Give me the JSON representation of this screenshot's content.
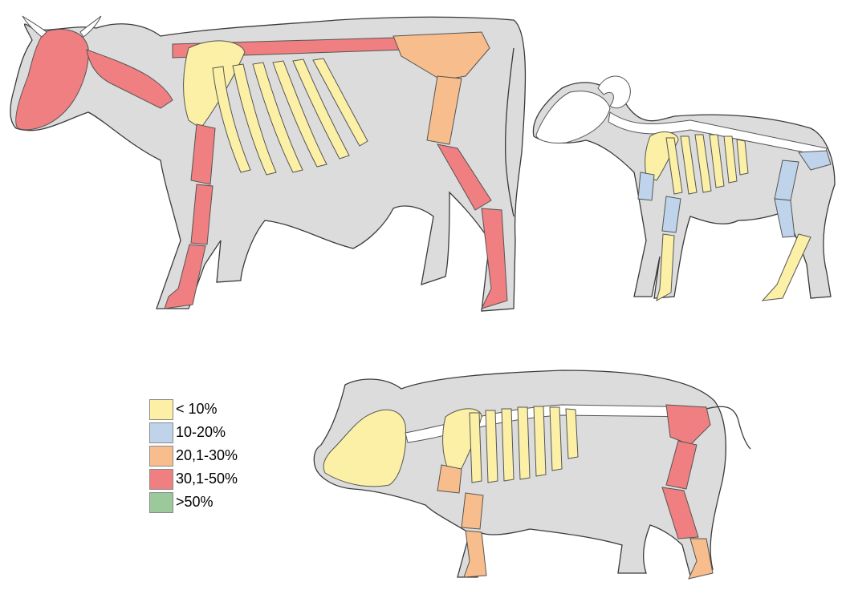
{
  "colors": {
    "silhouette": "#dcdcdc",
    "outline": "#3a3a3a",
    "bone_plain": "#ffffff"
  },
  "legend": {
    "items": [
      {
        "label": "< 10%",
        "color": "#fbf0a6"
      },
      {
        "label": "10-20%",
        "color": "#bfd3ea"
      },
      {
        "label": "20,1-30%",
        "color": "#f7bd8c"
      },
      {
        "label": "30,1-50%",
        "color": "#ef7f80"
      },
      {
        "label": ">50%",
        "color": "#9cc99a"
      }
    ]
  },
  "animals": [
    {
      "name": "cow",
      "skull": 3,
      "cervical": 3,
      "thoracic": 3,
      "ribs": 0,
      "scapula": 0,
      "humerus": 3,
      "radius": 3,
      "metacarpal": 3,
      "pelvis": 2,
      "femur": 2,
      "tibia": 3,
      "metatarsal": 3,
      "tail": -1
    },
    {
      "name": "sheep",
      "skull": -1,
      "cervical": -1,
      "thoracic": -1,
      "ribs": 0,
      "scapula": 0,
      "humerus": 1,
      "radius": 1,
      "metacarpal": 0,
      "pelvis": 1,
      "femur": 1,
      "tibia": 1,
      "metatarsal": 0,
      "tail": -1
    },
    {
      "name": "pig",
      "skull": 0,
      "cervical": -1,
      "thoracic": -1,
      "ribs": 0,
      "scapula": 0,
      "humerus": 2,
      "radius": 2,
      "metacarpal": 2,
      "pelvis": 3,
      "femur": 3,
      "tibia": 3,
      "metatarsal": 2,
      "tail": -1
    }
  ]
}
